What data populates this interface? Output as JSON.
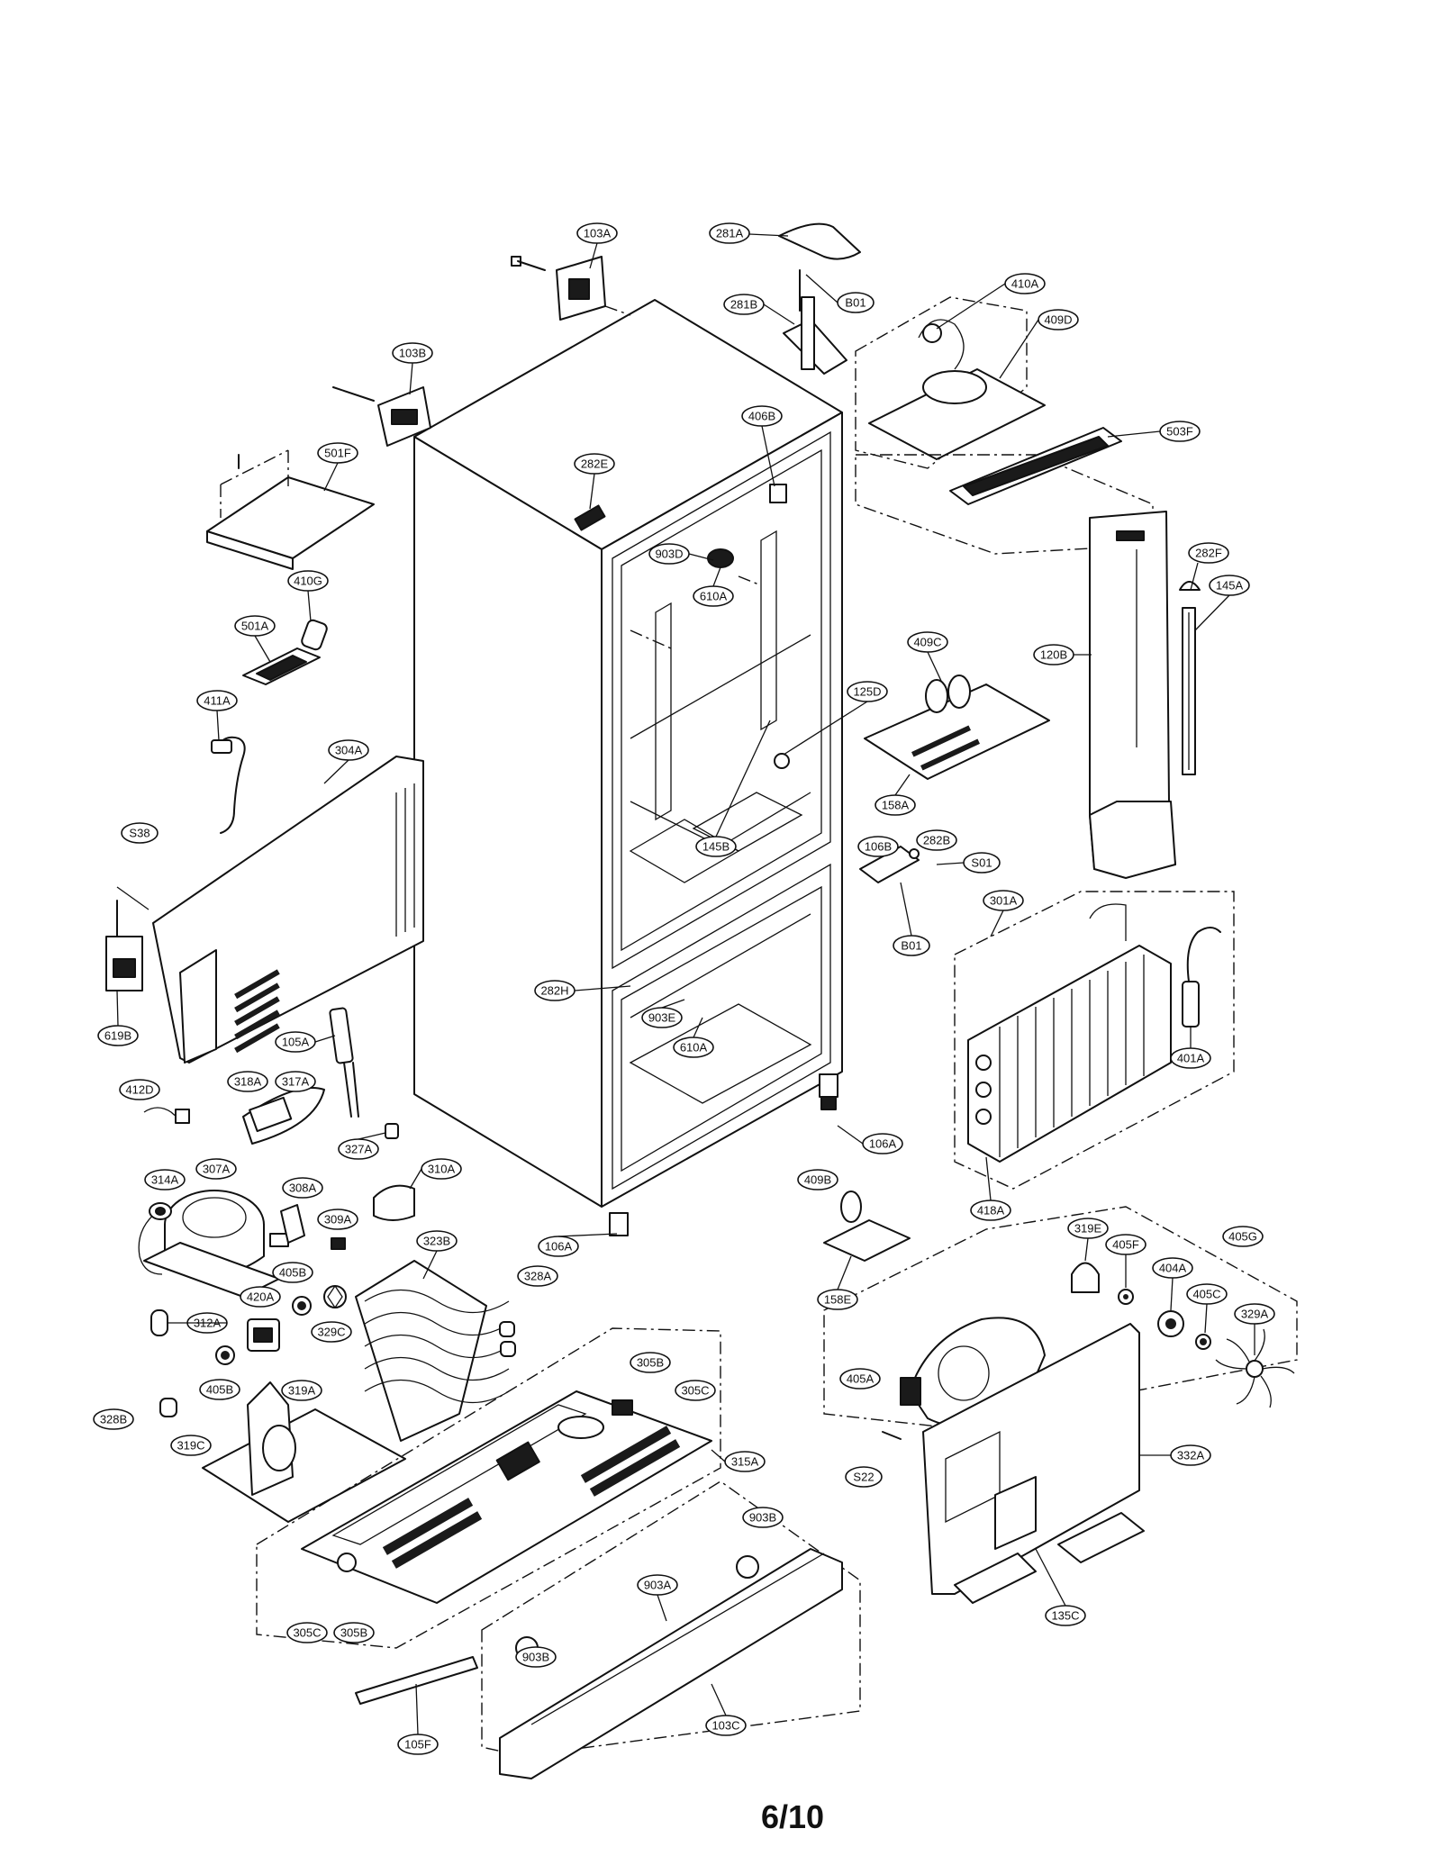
{
  "page_number": "6/10",
  "callouts": [
    "103A",
    "281A",
    "B01",
    "410A",
    "281B",
    "409D",
    "103B",
    "406B",
    "503F",
    "501F",
    "282E",
    "903D",
    "610A",
    "410G",
    "282F",
    "145A",
    "501A",
    "409C",
    "120B",
    "125D",
    "411A",
    "158A",
    "304A",
    "145B",
    "106B",
    "282B",
    "S01",
    "S38",
    "301A",
    "B01",
    "282H",
    "903E",
    "610A",
    "619B",
    "401A",
    "105A",
    "412D",
    "318A",
    "317A",
    "327A",
    "106A",
    "310A",
    "307A",
    "314A",
    "308A",
    "409B",
    "418A",
    "309A",
    "323B",
    "106A",
    "319E",
    "405B",
    "328A",
    "405G",
    "405F",
    "420A",
    "404A",
    "312A",
    "329C",
    "158E",
    "405C",
    "329A",
    "305B",
    "305C",
    "405A",
    "405B",
    "319A",
    "328B",
    "319C",
    "315A",
    "S22",
    "332A",
    "903B",
    "903A",
    "305C",
    "305B",
    "135C",
    "903B",
    "105F",
    "103C"
  ]
}
